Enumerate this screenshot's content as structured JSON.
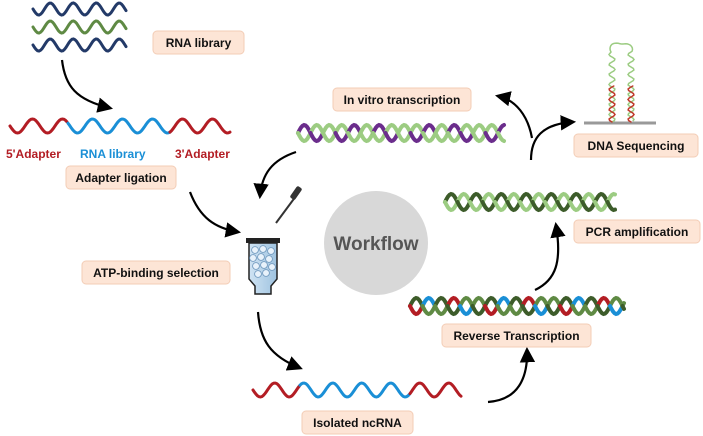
{
  "labels": {
    "rna_library": "RNA library",
    "adapter_5": "5'Adapter",
    "adapter_rna": "RNA library",
    "adapter_3": "3'Adapter",
    "adapter_ligation": "Adapter ligation",
    "atp_selection": "ATP-binding selection",
    "center": "Workflow",
    "isolated": "Isolated ncRNA",
    "reverse": "Reverse  Transcription",
    "pcr": "PCR amplification",
    "sequencing": "DNA Sequencing",
    "invitro": "In vitro transcription"
  },
  "colors": {
    "label_bg": "#fde5d6",
    "label_border": "#f3cdb6",
    "navy": "#233a68",
    "green": "#5f8a44",
    "light_green": "#9ccc82",
    "dark_green": "#3d5c2a",
    "purple": "#6b2d8c",
    "red": "#b31d24",
    "blue": "#1a8fd6",
    "center_circle": "#d8d8d8",
    "center_text": "#555555",
    "hairpin_green": "#9ccc82",
    "hairpin_red": "#c0392b",
    "chip": "#999999",
    "arrow": "#000000"
  }
}
